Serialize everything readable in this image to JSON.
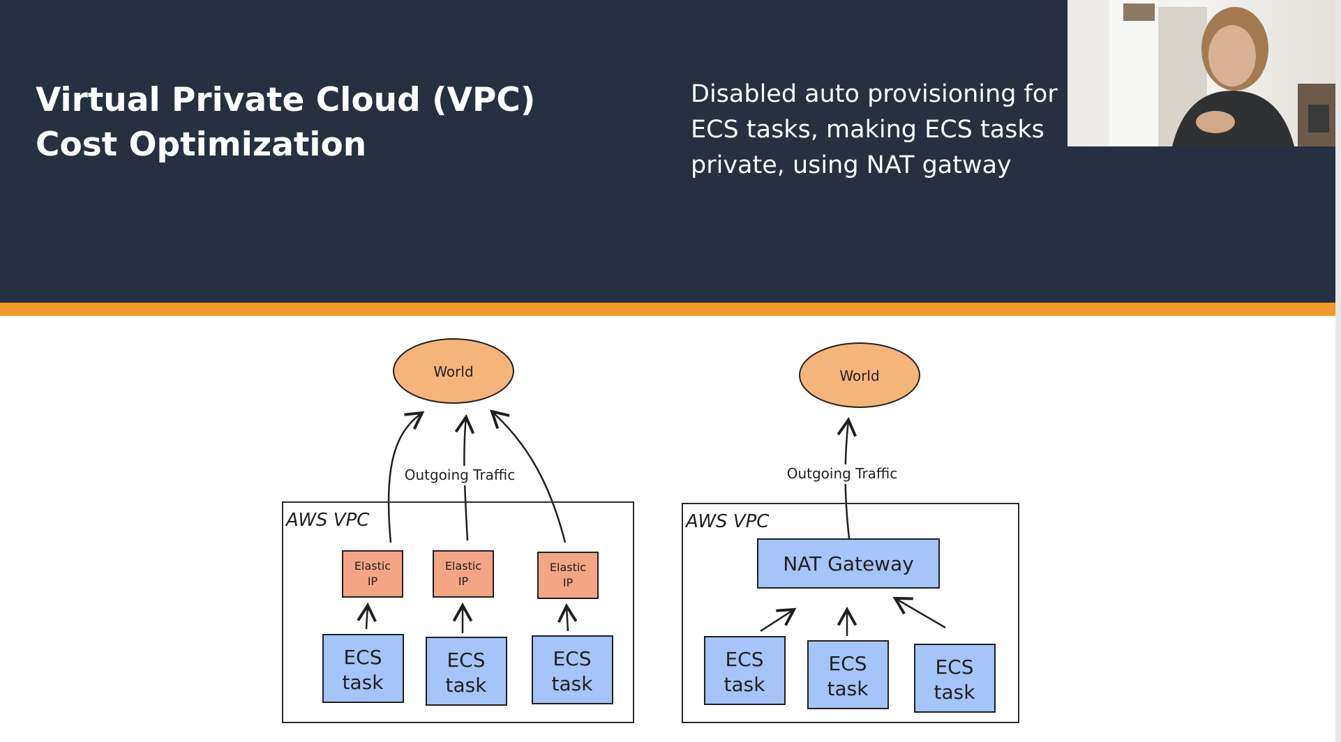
{
  "slide": {
    "title_line1": "Virtual Private Cloud (VPC)",
    "title_line2": "Cost Optimization",
    "bullet": "Disabled auto provisioning for ECS tasks, making ECS tasks private, using NAT gatway",
    "bullet_marker": "•"
  },
  "colors": {
    "header_bg": "#263040",
    "accent": "#f09a29",
    "world_fill": "#f5b47a",
    "elastic_ip_fill": "#f4a585",
    "ecs_fill": "#a5c4f7"
  },
  "webcam": {
    "icon": "presenter-video-feed"
  },
  "diagram_left": {
    "world": "World",
    "traffic_label": "Outgoing Traffic",
    "vpc_label": "AWS VPC",
    "elastic_ips": [
      {
        "line1": "Elastic",
        "line2": "IP"
      },
      {
        "line1": "Elastic",
        "line2": "IP"
      },
      {
        "line1": "Elastic",
        "line2": "IP"
      }
    ],
    "ecs_tasks": [
      {
        "line1": "ECS",
        "line2": "task"
      },
      {
        "line1": "ECS",
        "line2": "task"
      },
      {
        "line1": "ECS",
        "line2": "task"
      }
    ]
  },
  "diagram_right": {
    "world": "World",
    "traffic_label": "Outgoing Traffic",
    "vpc_label": "AWS VPC",
    "nat_gateway": "NAT Gateway",
    "ecs_tasks": [
      {
        "line1": "ECS",
        "line2": "task"
      },
      {
        "line1": "ECS",
        "line2": "task"
      },
      {
        "line1": "ECS",
        "line2": "task"
      }
    ]
  }
}
